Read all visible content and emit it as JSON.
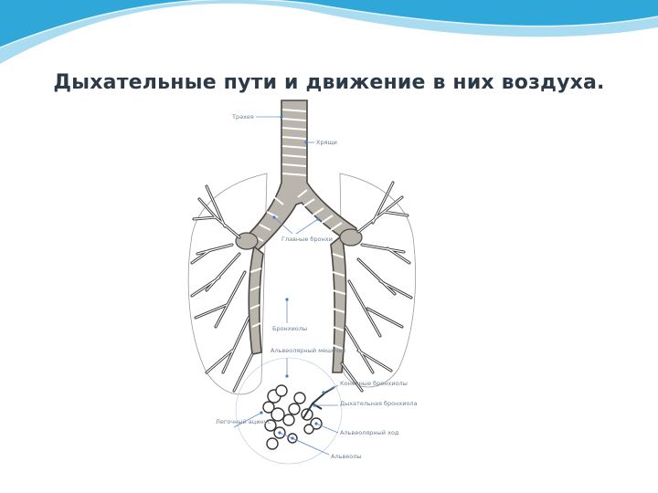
{
  "slide": {
    "title": "Дыхательные пути и движение в них воздуха.",
    "colors": {
      "wave_dark": "#2fa7d9",
      "wave_light": "#a9dcf0",
      "title": "#2c3a48",
      "airway": "#b9b4ac"
    }
  },
  "diagram": {
    "labels": {
      "trachea": "Трахея",
      "rings": "Хрящи",
      "main_bronchi": "Главные бронхи",
      "bronchioles": "Бронхиолы",
      "alveolar_sac": "Альвеолярный мешочек",
      "terminal_bronchioles": "Конечные бронхиолы",
      "respiratory_bronchiole": "Дыхательная бронхиола",
      "alveolar_duct": "Альвеолярный ход",
      "alveoli": "Альвеолы",
      "pulmonary_acinus": "Легочный ацинус"
    }
  }
}
